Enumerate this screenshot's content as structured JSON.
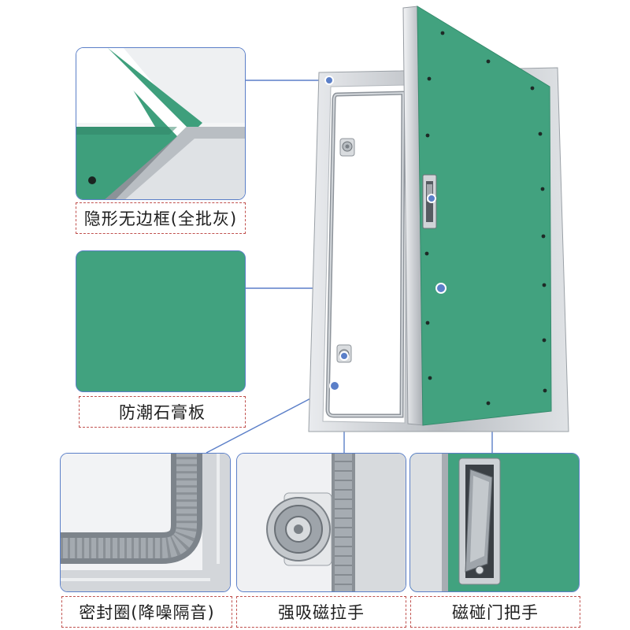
{
  "callouts": [
    {
      "id": "invisible-frame",
      "label": "隐形无边框(全批灰)"
    },
    {
      "id": "gypsum-board",
      "label": "防潮石膏板"
    },
    {
      "id": "seal-ring",
      "label": "密封圈(降噪隔音)"
    },
    {
      "id": "magnet",
      "label": "强吸磁拉手"
    },
    {
      "id": "handle",
      "label": "磁碰门把手"
    }
  ],
  "colors": {
    "board_green": "#3e9f7c",
    "frame_silver": "#c9ccd0",
    "leader_line": "#5b7fc8",
    "label_border": "#c0504d"
  }
}
